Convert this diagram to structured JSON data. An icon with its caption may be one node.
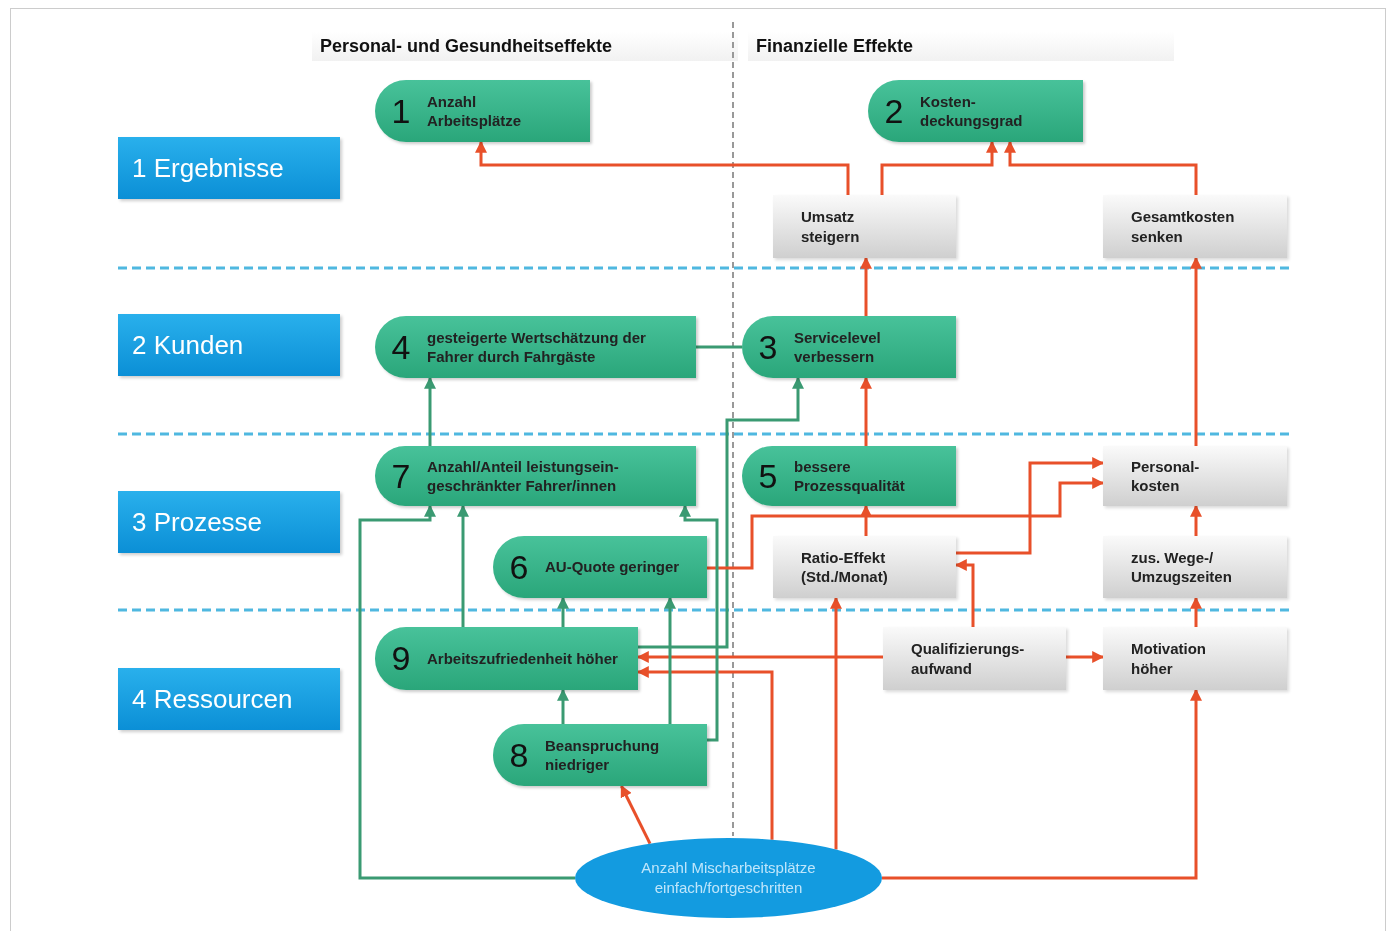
{
  "diagram": {
    "nodes": [
      {
        "text": [
          "1 Ergebnisse"
        ]
      },
      {
        "text": [
          "2 Kunden"
        ]
      },
      {
        "text": [
          "3 Prozesse"
        ]
      },
      {
        "text": [
          "4 Ressourcen"
        ]
      },
      {
        "text": [
          "1",
          "Anzahl Arbeitsplätze"
        ]
      },
      {
        "text": [
          "2",
          "Kosten- deckungsgrad"
        ]
      },
      {
        "text": [
          "Umsatz steigern"
        ]
      },
      {
        "text": [
          "Gesamtkosten senken"
        ]
      },
      {
        "text": [
          "4",
          "gesteigerte Wertschätzung der Fahrer durch Fahrgäste"
        ]
      },
      {
        "text": [
          "3",
          "Servicelevel verbessern"
        ]
      },
      {
        "text": [
          "7",
          "Anzahl/Anteil leistungsein- geschränkter Fahrer/innen"
        ]
      },
      {
        "text": [
          "5",
          "bessere Prozessqualität"
        ]
      },
      {
        "text": [
          "Personal- kosten"
        ]
      },
      {
        "text": [
          "6",
          "AU-Quote geringer"
        ]
      },
      {
        "text": [
          "Ratio-Effekt (Std./Monat)"
        ]
      },
      {
        "text": [
          "zus. Wege-/ Umzugszeiten"
        ]
      },
      {
        "text": [
          "9",
          "Arbeitszufriedenheit höher"
        ]
      },
      {
        "text": [
          "Qualifizierungs- aufwand"
        ]
      },
      {
        "text": [
          "Motivation höher"
        ]
      },
      {
        "text": [
          "8",
          "Beanspruchung niedriger"
        ]
      },
      {
        "text": [
          "Anzahl Mischarbeitsplätze einfach/fortgeschritten"
        ]
      }
    ],
    "edges": [
      {
        "from": 6,
        "to": 4,
        "arrow": "to"
      },
      {
        "from": 6,
        "to": 5,
        "arrow": "to"
      },
      {
        "from": 7,
        "to": 5,
        "arrow": "to"
      },
      {
        "from": 9,
        "to": 6,
        "arrow": "to"
      },
      {
        "from": 12,
        "to": 7,
        "arrow": "to"
      },
      {
        "from": 11,
        "to": 9,
        "arrow": "to"
      },
      {
        "from": 8,
        "to": 9,
        "arrow": "none",
        "color": "#3a9a72"
      },
      {
        "from": 10,
        "to": 8,
        "arrow": "to",
        "color": "#3a9a72"
      },
      {
        "from": 16,
        "to": 9,
        "arrow": "to",
        "color": "#3a9a72"
      },
      {
        "from": 14,
        "to": 11,
        "arrow": "to"
      },
      {
        "from": 13,
        "to": 12,
        "arrow": "to"
      },
      {
        "from": 14,
        "to": 12,
        "arrow": "to"
      },
      {
        "from": 15,
        "to": 12,
        "arrow": "to"
      },
      {
        "from": 17,
        "to": 14,
        "arrow": "to"
      },
      {
        "from": 18,
        "to": 15,
        "arrow": "to"
      },
      {
        "from": 17,
        "to": 16,
        "arrow": "to"
      },
      {
        "from": 17,
        "to": 18,
        "arrow": "to"
      },
      {
        "from": 20,
        "to": 16,
        "arrow": "to"
      },
      {
        "from": 20,
        "to": 14,
        "arrow": "to"
      },
      {
        "from": 20,
        "to": 18,
        "arrow": "to"
      },
      {
        "from": 20,
        "to": 19,
        "arrow": "to"
      },
      {
        "from": 20,
        "to": 10,
        "arrow": "to",
        "color": "#3a9a72"
      },
      {
        "from": 16,
        "to": 10,
        "arrow": "to",
        "color": "#3a9a72"
      },
      {
        "from": 19,
        "to": 16,
        "arrow": "to",
        "color": "#3a9a72"
      },
      {
        "from": 16,
        "to": 13,
        "arrow": "to",
        "color": "#3a9a72"
      },
      {
        "from": 19,
        "to": 10,
        "arrow": "to",
        "color": "#3a9a72"
      },
      {
        "from": 19,
        "to": 13,
        "arrow": "to",
        "color": "#3a9a72"
      }
    ],
    "labels": [
      "Personal- und Gesundheitseffekte",
      "Finanzielle Effekte"
    ]
  }
}
